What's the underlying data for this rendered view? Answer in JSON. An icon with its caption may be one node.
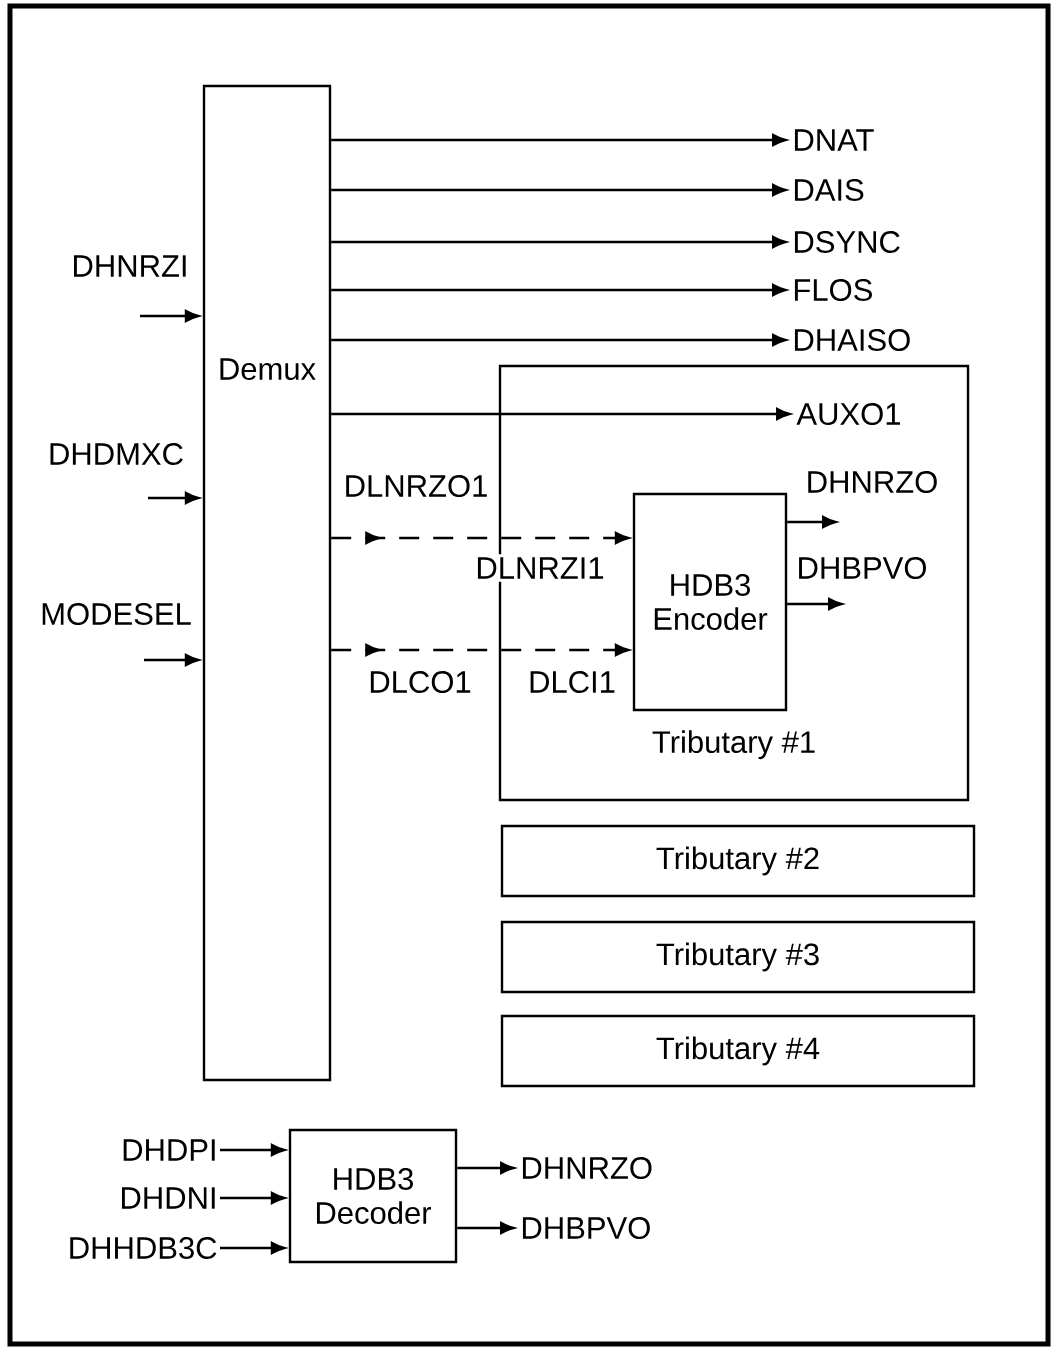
{
  "diagram": {
    "nodes": [
      {
        "text": [
          "Demux"
        ]
      },
      {
        "text": [
          "DHNRZI"
        ]
      },
      {
        "text": [
          "DHDMXC"
        ]
      },
      {
        "text": [
          "MODESEL"
        ]
      },
      {
        "text": [
          "DNAT"
        ]
      },
      {
        "text": [
          "DAIS"
        ]
      },
      {
        "text": [
          "DSYNC"
        ]
      },
      {
        "text": [
          "FLOS"
        ]
      },
      {
        "text": [
          "DHAISO"
        ]
      },
      {
        "text": [
          "Tributary #1"
        ]
      },
      {
        "text": [
          "AUXO1"
        ],
        "in": 9
      },
      {
        "text": [
          "HDB3 Encoder"
        ],
        "in": 9,
        "beside": [
          "DLNRZI1",
          "DLCI1"
        ]
      },
      {
        "text": [
          "DHNRZO"
        ],
        "in": 9
      },
      {
        "text": [
          "DHBPVO"
        ],
        "in": 9
      },
      {
        "text": [
          "Tributary #2"
        ]
      },
      {
        "text": [
          "Tributary #3"
        ]
      },
      {
        "text": [
          "Tributary #4"
        ]
      },
      {
        "text": [
          "HDB3 Decoder"
        ]
      },
      {
        "text": [
          "DHDPI"
        ]
      },
      {
        "text": [
          "DHDNI"
        ]
      },
      {
        "text": [
          "DHHDB3C"
        ]
      },
      {
        "text": [
          "DHNRZO"
        ]
      },
      {
        "text": [
          "DHBPVO"
        ]
      }
    ],
    "edges": [
      {
        "from": 1,
        "to": 0,
        "arrow": "to"
      },
      {
        "from": 2,
        "to": 0,
        "arrow": "to"
      },
      {
        "from": 3,
        "to": 0,
        "arrow": "to"
      },
      {
        "from": 0,
        "to": 4,
        "arrow": "to"
      },
      {
        "from": 0,
        "to": 5,
        "arrow": "to"
      },
      {
        "from": 0,
        "to": 6,
        "arrow": "to"
      },
      {
        "from": 0,
        "to": 7,
        "arrow": "to"
      },
      {
        "from": 0,
        "to": 8,
        "arrow": "to"
      },
      {
        "from": 0,
        "to": 10,
        "arrow": "to"
      },
      {
        "from": 0,
        "to": 11,
        "arrow": "to",
        "style": "dashed",
        "label": "DLNRZO1"
      },
      {
        "from": 0,
        "to": 11,
        "arrow": "to",
        "style": "dashed",
        "label": "DLCO1"
      },
      {
        "from": 11,
        "to": 12,
        "arrow": "to"
      },
      {
        "from": 11,
        "to": 13,
        "arrow": "to"
      },
      {
        "from": 18,
        "to": 17,
        "arrow": "to"
      },
      {
        "from": 19,
        "to": 17,
        "arrow": "to"
      },
      {
        "from": 20,
        "to": 17,
        "arrow": "to"
      },
      {
        "from": 17,
        "to": 21,
        "arrow": "to"
      },
      {
        "from": 17,
        "to": 22,
        "arrow": "to"
      }
    ]
  }
}
